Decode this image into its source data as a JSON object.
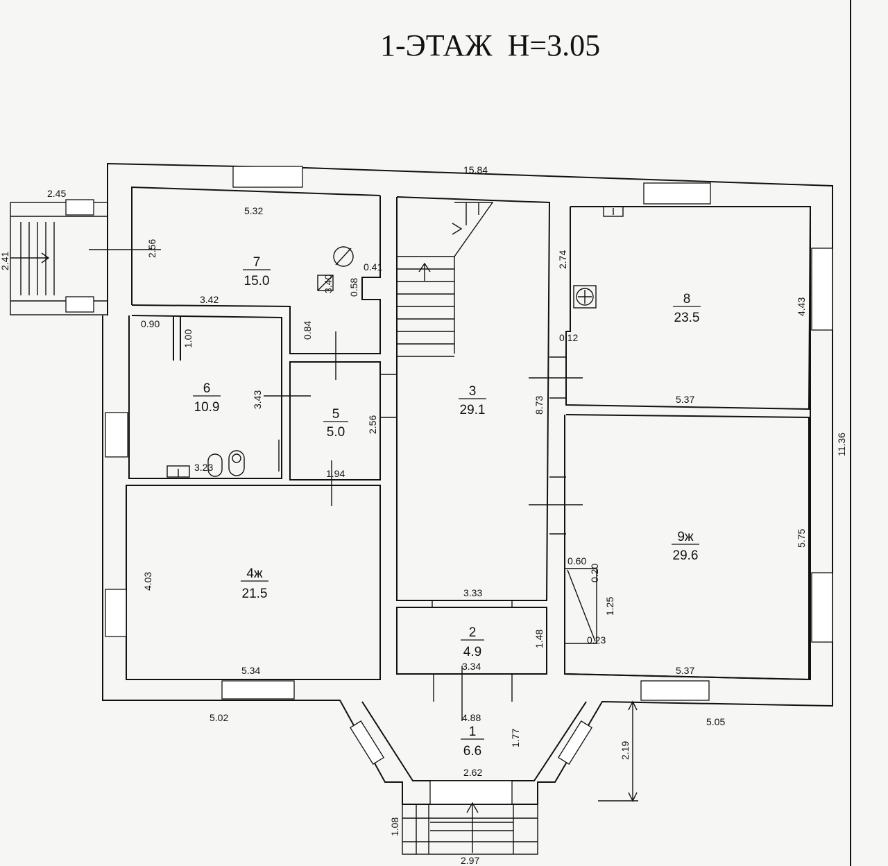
{
  "title": "1-ЭТАЖ  Н=3.05",
  "rooms": [
    {
      "num": "1",
      "area": "6.6"
    },
    {
      "num": "2",
      "area": "4.9"
    },
    {
      "num": "3",
      "area": "29.1"
    },
    {
      "num": "4ж",
      "area": "21.5"
    },
    {
      "num": "5",
      "area": "5.0"
    },
    {
      "num": "6",
      "area": "10.9"
    },
    {
      "num": "7",
      "area": "15.0"
    },
    {
      "num": "8",
      "area": "23.5"
    },
    {
      "num": "9ж",
      "area": "29.6"
    }
  ],
  "dims": {
    "top_total": "15.84",
    "right_total": "11.36",
    "porch_w": "2.45",
    "porch_h": "2.41",
    "r7_w": "5.32",
    "r7_h": "2.56",
    "r7_bottom": "3.42",
    "r7_step_h": "0.58",
    "r7_step_w": "0.41",
    "r7_notch": "0.84",
    "r7_box": "3.40",
    "r6_090": "0.90",
    "r6_100": "1.00",
    "r6_h": "3.43",
    "r6_w": "3.23",
    "r5_h": "2.56",
    "r5_w": "1.94",
    "r4_h": "4.03",
    "r4_w": "5.34",
    "left_bottom": "5.02",
    "r3_h": "8.73",
    "r3_w": "3.33",
    "r2_h": "1.48",
    "r2_w": "3.34",
    "r1_488": "4.88",
    "r1_h": "1.77",
    "r1_w": "2.62",
    "entry_w": "2.97",
    "entry_h": "1.08",
    "r8_274": "2.74",
    "r8_012": "0.12",
    "r8_w": "5.37",
    "r8_h": "4.43",
    "r9_h": "5.75",
    "r9_w": "5.37",
    "r9_060": "0.60",
    "r9_020": "0.20",
    "r9_125": "1.25",
    "r9_023": "0.23",
    "right_bottom": "5.05",
    "proj": "2.19"
  }
}
